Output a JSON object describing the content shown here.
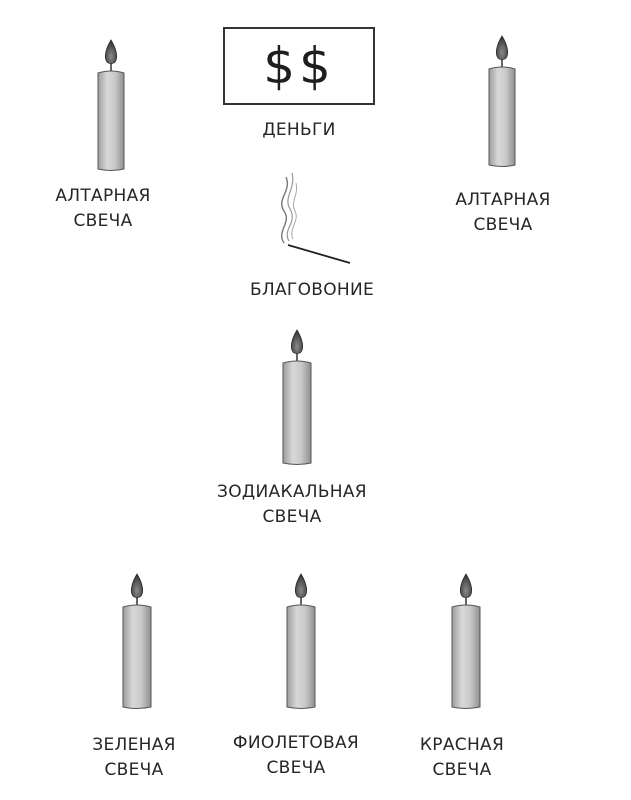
{
  "money": {
    "symbol": "$$",
    "label": "ДЕНЬГИ"
  },
  "incense": {
    "label": "БЛАГОВОНИЕ",
    "icon": "incense-stick-icon"
  },
  "candles": {
    "altar_left": {
      "line1": "АЛТАРНАЯ",
      "line2": "СВЕЧА"
    },
    "altar_right": {
      "line1": "АЛТАРНАЯ",
      "line2": "СВЕЧА"
    },
    "zodiac": {
      "line1": "ЗОДИАКАЛЬНАЯ",
      "line2": "СВЕЧА"
    },
    "green": {
      "line1": "ЗЕЛЕНАЯ",
      "line2": "СВЕЧА"
    },
    "violet": {
      "line1": "ФИОЛЕТОВАЯ",
      "line2": "СВЕЧА"
    },
    "red": {
      "line1": "КРАСНАЯ",
      "line2": "СВЕЧА"
    }
  },
  "colors": {
    "candle_body": "#cfcfcf",
    "candle_shade": "#a8a8a8",
    "flame": "#5a5a5a",
    "line": "#333333"
  }
}
